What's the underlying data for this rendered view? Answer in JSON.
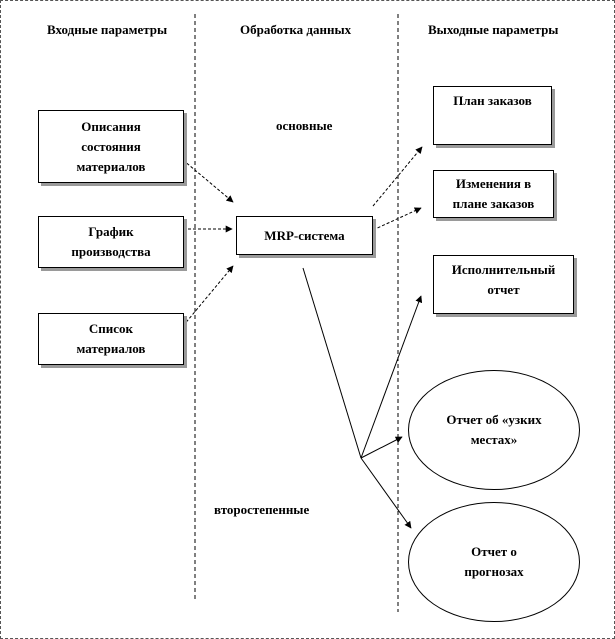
{
  "columns": {
    "input": "Входные параметры",
    "processing": "Обработка данных",
    "output": "Выходные параметры"
  },
  "inputs": {
    "materials_state": "Описания\nсостояния\nматериалов",
    "production_schedule": "График\nпроизводства",
    "materials_list": "Список\nматериалов"
  },
  "core": "MRP-система",
  "labels": {
    "primary": "основные",
    "secondary": "второстепенные"
  },
  "outputs": {
    "order_plan": "План заказов",
    "order_plan_changes": "Изменения в\nплане заказов",
    "execution_report": "Исполнительный\nотчет",
    "bottleneck_report": "Отчет об «узких\nместах»",
    "forecast_report": "Отчет о\nпрогнозах"
  }
}
